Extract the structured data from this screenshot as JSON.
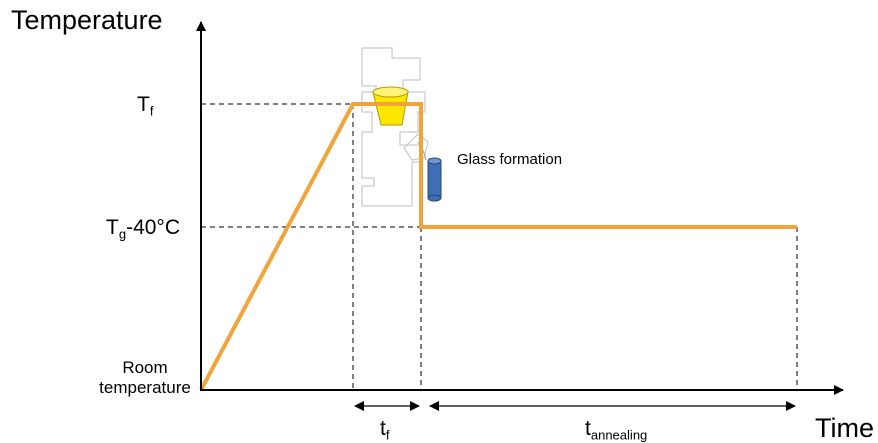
{
  "axes": {
    "y_title": "Temperature",
    "x_title": "Time"
  },
  "levels": {
    "tf": {
      "main": "T",
      "sub": "f"
    },
    "tg": {
      "main": "T",
      "sub": "g",
      "suffix": "-40°C"
    },
    "room": {
      "line1": "Room",
      "line2": "temperature"
    }
  },
  "intervals": {
    "melt": {
      "main": "t",
      "sub": "f"
    },
    "anneal": {
      "main": "t",
      "sub": "annealing"
    }
  },
  "annotation": {
    "glass": "Glass formation"
  },
  "colors": {
    "profile": "#f2a33a",
    "crucible": "#ffe600",
    "glass_rod": "#3e6fb4",
    "axis": "#000000",
    "guide": "#000000"
  }
}
